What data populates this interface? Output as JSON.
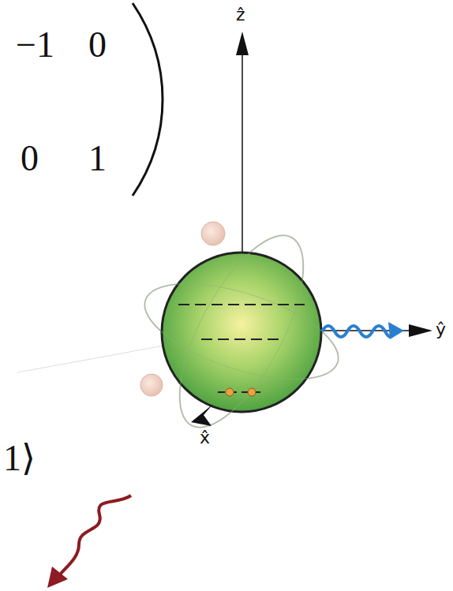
{
  "diagram": {
    "labels": [
      "−1",
      "0",
      "0",
      "1",
      "ẑ",
      "ŷ",
      "x̂",
      "1⟩"
    ]
  }
}
